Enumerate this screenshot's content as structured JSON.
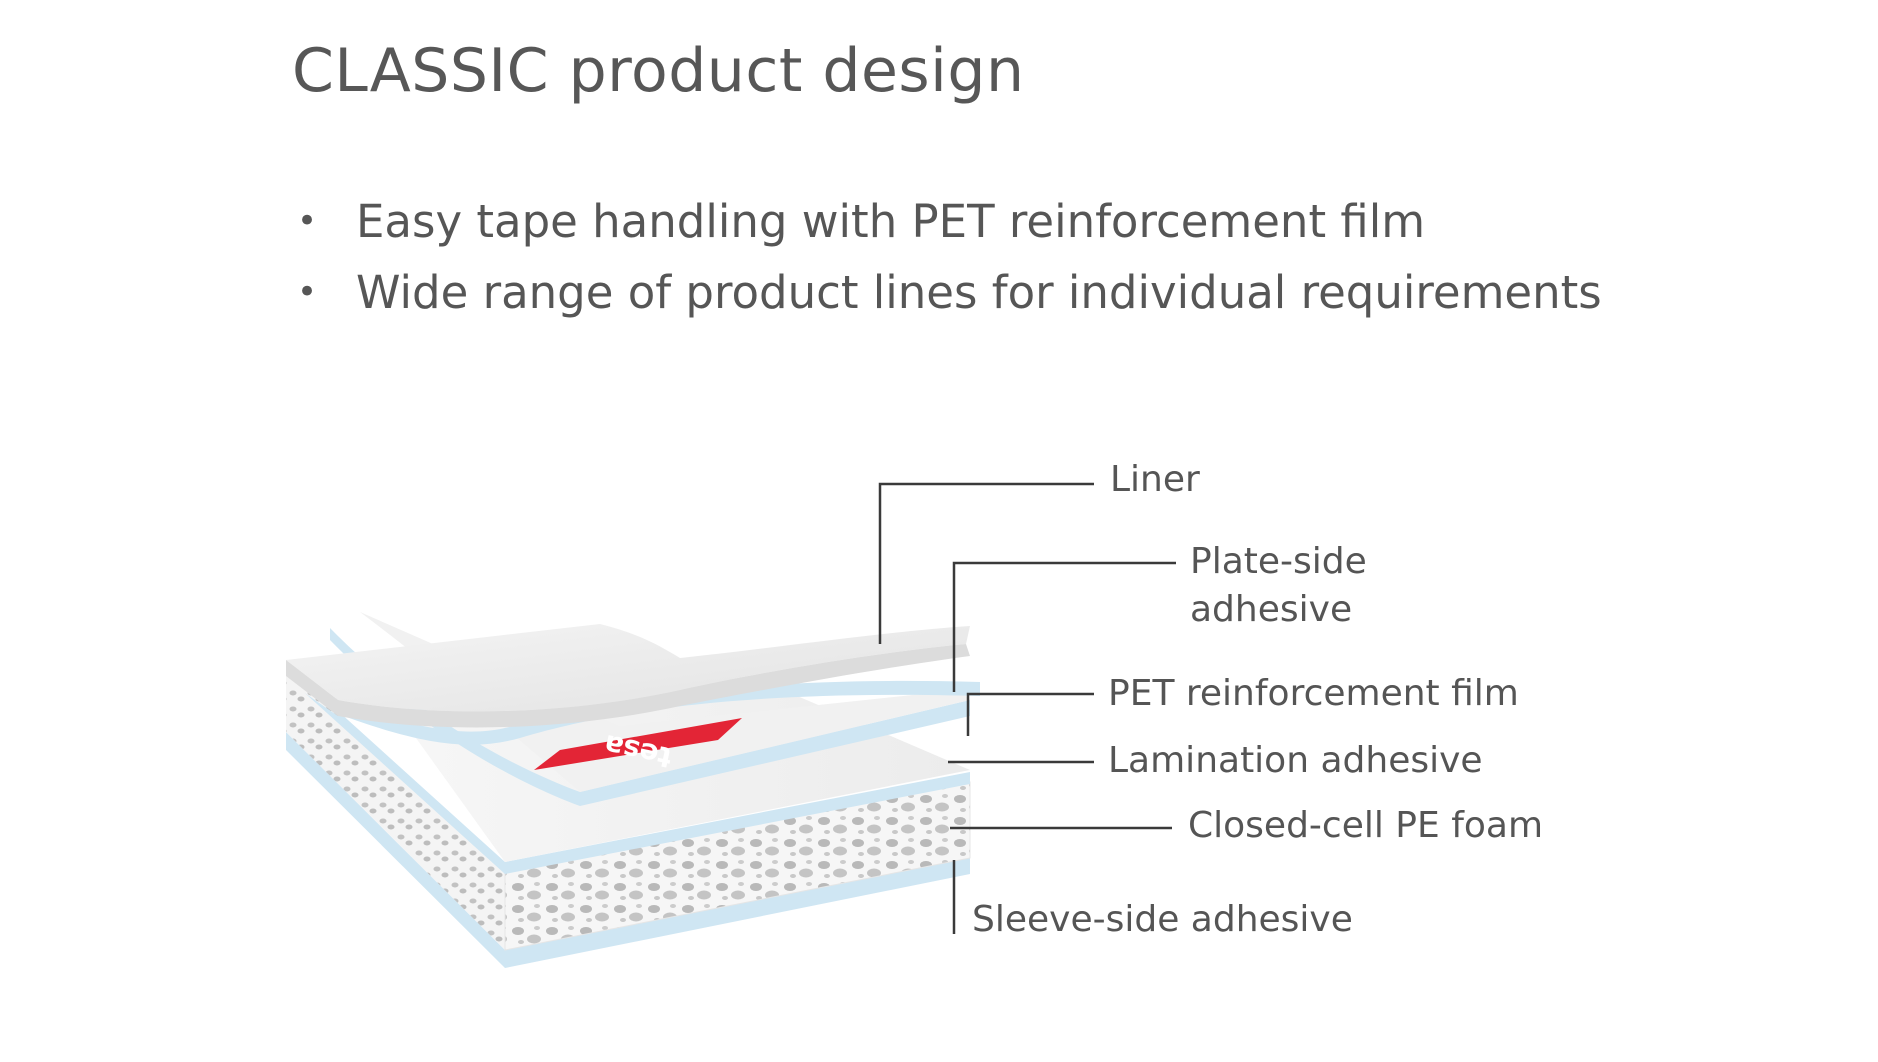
{
  "slide": {
    "title": "CLASSIC product design",
    "bullets": [
      "Easy tape handling with PET reinforcement film",
      "Wide range of product lines for individual requirements"
    ]
  },
  "diagram": {
    "brand_mark": "tesa",
    "labels": {
      "liner": "Liner",
      "plate_side_line1": "Plate-side",
      "plate_side_line2": "adhesive",
      "pet_film": "PET reinforcement film",
      "lamination": "Lamination adhesive",
      "foam": "Closed-cell PE foam",
      "sleeve_side": "Sleeve-side adhesive"
    },
    "colors": {
      "adhesive": "#cfe6f3",
      "liner": "#eeeeee",
      "foam": "#f4f4f4",
      "brand": "#e32536",
      "leader_line": "#3a3a3a"
    }
  }
}
